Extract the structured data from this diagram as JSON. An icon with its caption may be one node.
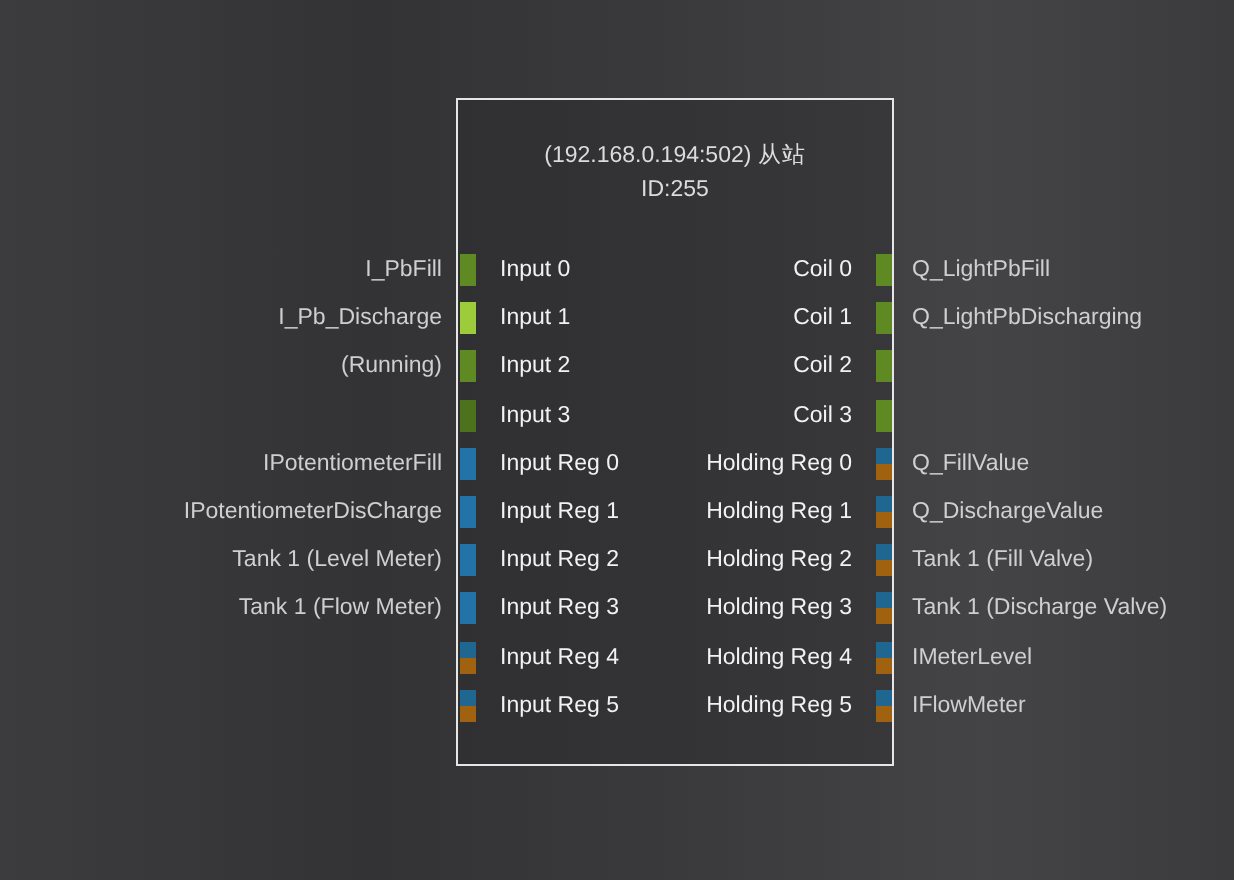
{
  "diagram": {
    "nodes": [
      {
        "text": [
          "(192.168.0.194:502) 从站ID:255"
        ]
      }
    ],
    "edges": [],
    "labels": [
      "I_PbFill",
      "Input 0",
      "Coil 0",
      "Q_LightPbFill",
      "I_Pb_Discharge",
      "Input 1",
      "Coil 1",
      "Q_LightPbDischarging",
      "(Running)",
      "Input 2",
      "Coil 2",
      "Input 3",
      "Coil 3",
      "IPotentiometerFill",
      "Input Reg 0",
      "Holding Reg 0",
      "Q_FillValue",
      "IPotentiometerDisCharge",
      "Input Reg 1",
      "Holding Reg 1",
      "Q_DischargeValue",
      "Tank 1 (Level Meter)",
      "Input Reg 2",
      "Holding Reg 2",
      "Tank 1 (Fill Valve)",
      "Tank 1 (Flow Meter)",
      "Input Reg 3",
      "Holding Reg 3",
      "Tank 1 (Discharge Valve)",
      "Input Reg 4",
      "Holding Reg 4",
      "IMeterLevel",
      "Input Reg 5",
      "Holding Reg 5",
      "IFlowMeter"
    ]
  }
}
